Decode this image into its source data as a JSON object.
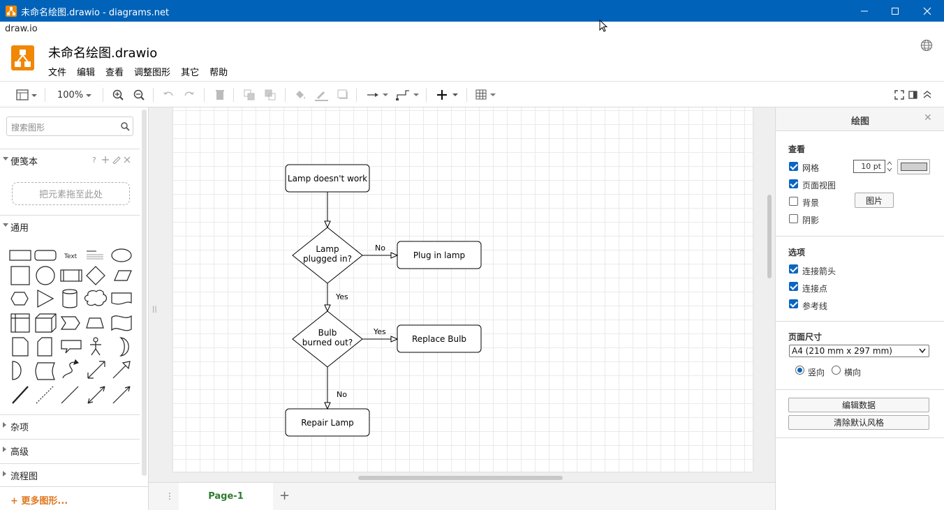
{
  "window": {
    "title": "未命名绘图.drawio - diagrams.net",
    "app_menu": "draw.io"
  },
  "header": {
    "doc_name": "未命名绘图.drawio",
    "menus": [
      "文件",
      "编辑",
      "查看",
      "调整图形",
      "其它",
      "帮助"
    ]
  },
  "toolbar": {
    "zoom": "100%"
  },
  "sidebar": {
    "search_placeholder": "搜索图形",
    "scratchpad": "便笺本",
    "dropzone": "把元素拖至此处",
    "general": "通用",
    "shape_text": "Text",
    "misc": "杂项",
    "advanced": "高级",
    "flowchart": "流程图",
    "more_shapes": "更多图形..."
  },
  "diagram": {
    "nodes": {
      "start": "Lamp doesn't work",
      "d1_line1": "Lamp",
      "d1_line2": "plugged in?",
      "plug": "Plug in lamp",
      "d2_line1": "Bulb",
      "d2_line2": "burned out?",
      "replace": "Replace Bulb",
      "repair": "Repair Lamp"
    },
    "edges": {
      "d1_right": "No",
      "d1_down": "Yes",
      "d2_right": "Yes",
      "d2_down": "No"
    }
  },
  "pages": {
    "active": "Page-1"
  },
  "format_panel": {
    "title": "绘图",
    "view_heading": "查看",
    "grid": "网格",
    "grid_size": "10 pt",
    "page_view": "页面视图",
    "background": "背景",
    "image_button": "图片",
    "shadow": "阴影",
    "options_heading": "选项",
    "connection_arrows": "连接箭头",
    "connection_points": "连接点",
    "guides": "参考线",
    "page_size_heading": "页面尺寸",
    "page_size": "A4 (210 mm x 297 mm)",
    "portrait": "竖向",
    "landscape": "横向",
    "edit_data": "编辑数据",
    "clear_style": "清除默认风格",
    "checked": {
      "grid": true,
      "page_view": true,
      "background": false,
      "shadow": false,
      "connection_arrows": true,
      "connection_points": true,
      "guides": true
    },
    "orientation": "portrait"
  },
  "colors": {
    "titlebar": "#0062b8",
    "logo": "#f08705",
    "accent": "#0a66c2",
    "more_shapes": "#e0771d",
    "active_tab": "#2e7d32"
  }
}
